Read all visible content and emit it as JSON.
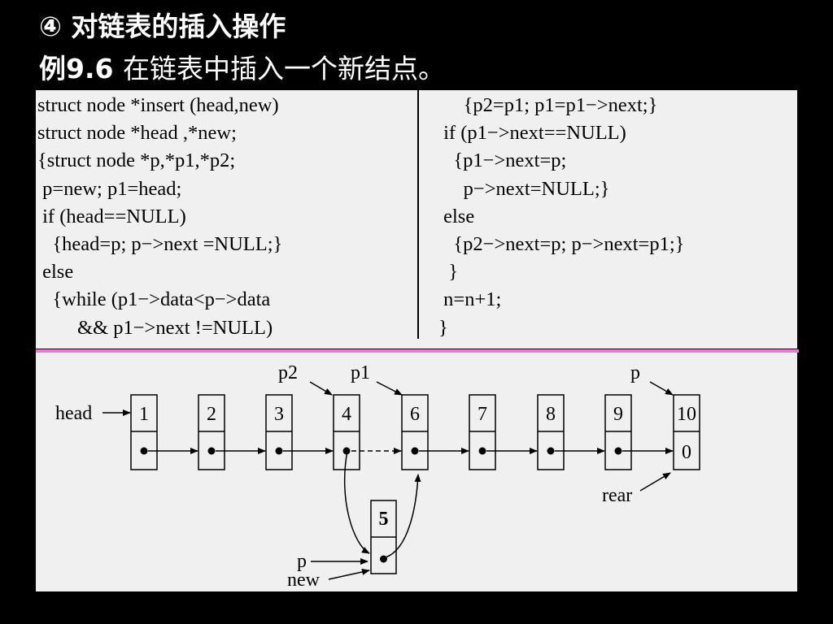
{
  "slide": {
    "heading": "④ 对链表的插入操作",
    "example_label": "例9.6",
    "example_text": "在链表中插入一个新结点。"
  },
  "code": {
    "left": [
      "struct node *insert (head,new)",
      "struct node *head ,*new;",
      "{struct node *p,*p1,*p2;",
      " p=new; p1=head;",
      " if (head==NULL)",
      "   {head=p; p−>next =NULL;}",
      " else",
      "   {while (p1−>data<p−>data",
      "        && p1−>next !=NULL)"
    ],
    "right": [
      "     {p2=p1; p1=p1−>next;}",
      " if (p1−>next==NULL)",
      "   {p1−>next=p;",
      "     p−>next=NULL;}",
      " else",
      "   {p2−>next=p; p−>next=p1;}",
      "  }",
      " n=n+1;",
      "}"
    ]
  },
  "diagram": {
    "nodes": [
      "1",
      "2",
      "3",
      "4",
      "6",
      "7",
      "8",
      "9",
      "10"
    ],
    "last_next": "0",
    "new_node": "5",
    "labels": {
      "head": "head",
      "p2": "p2",
      "p1": "p1",
      "p_top": "p",
      "rear": "rear",
      "p_bottom": "p",
      "new": "new"
    }
  }
}
